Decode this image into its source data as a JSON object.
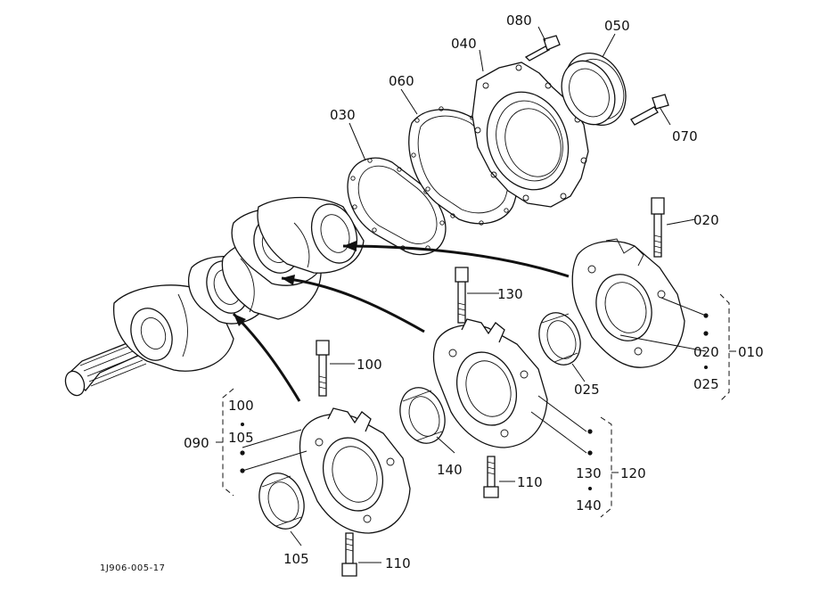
{
  "labels": {
    "p080": "080",
    "p050": "050",
    "p040": "040",
    "p060": "060",
    "p030": "030",
    "p070": "070",
    "p020": "020",
    "p130": "130",
    "p100": "100",
    "p025": "025",
    "p140": "140",
    "p110a": "110",
    "p110b": "110",
    "p105": "105",
    "g010_top": "020",
    "g010_bottom": "025",
    "g010_id": "010",
    "g090_top": "100",
    "g090_bottom": "105",
    "g090_id": "090",
    "g120_top": "130",
    "g120_bottom": "140",
    "g120_id": "120"
  },
  "footer": {
    "code": "1J906-005-17"
  }
}
